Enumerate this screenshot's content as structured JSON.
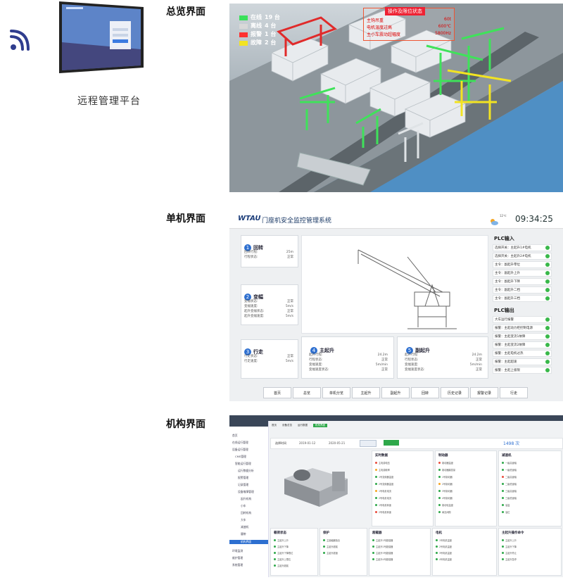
{
  "sections": {
    "overview": "总览界面",
    "single": "单机界面",
    "mechanism": "机构界面"
  },
  "remote_platform": {
    "label": "远程管理平台"
  },
  "overview_legend": [
    {
      "name": "在线",
      "count": "19 台",
      "color": "#39e05a"
    },
    {
      "name": "离线",
      "count": "4 台",
      "color": "#d8d8d8"
    },
    {
      "name": "报警",
      "count": "1 台",
      "color": "#ff3030"
    },
    {
      "name": "故障",
      "count": "2 台",
      "color": "#f2e322"
    }
  ],
  "overview_status": {
    "title": "操作及限位状态",
    "rows": [
      {
        "label": "主钩吊重",
        "value": "60t"
      },
      {
        "label": "电机温度过高",
        "value": "600℃"
      },
      {
        "label": "主小车震动超幅度",
        "value": "5800Hz"
      }
    ]
  },
  "single_machine": {
    "logo": "WTAU",
    "title": "门座机安全监控管理系统",
    "weather_temp": "12℃",
    "clock": "09:34:25",
    "cards": [
      {
        "num": "1",
        "title": "回转",
        "rows": [
          [
            "回转行程:",
            "25m"
          ],
          [
            "行程状态:",
            "正常"
          ]
        ]
      },
      {
        "num": "2",
        "title": "变幅",
        "rows": [
          [
            "变幅状态:",
            "正常"
          ],
          [
            "变幅速度:",
            "5m/s"
          ],
          [
            "起升变幅状态:",
            "正常"
          ],
          [
            "起升变幅速度:",
            "5m/s"
          ]
        ]
      },
      {
        "num": "3",
        "title": "行走",
        "rows": [
          [
            "行走状态:",
            "正常"
          ],
          [
            "行走速度:",
            "5m/s"
          ]
        ]
      },
      {
        "num": "4",
        "title": "主起升",
        "rows": [
          [
            "起升行程:",
            "24.2m"
          ],
          [
            "行程状态:",
            "正常"
          ],
          [
            "变幅速度:",
            "5m/min"
          ],
          [
            "变幅速度状态:",
            "正常"
          ]
        ]
      },
      {
        "num": "5",
        "title": "副起升",
        "rows": [
          [
            "起升行程:",
            "24.2m"
          ],
          [
            "行程状态:",
            "正常"
          ],
          [
            "变幅速度:",
            "5m/min"
          ],
          [
            "变幅速度状态:",
            "正常"
          ]
        ]
      }
    ],
    "plc_input_title": "PLC输入",
    "plc_inputs": [
      "选择开关：主起升1#电机",
      "选择开关：主起升2#电机",
      "主令：副起升零位",
      "主令：副起升上升",
      "主令：副起升下降",
      "主令：副起升二档",
      "主令：副起升三档"
    ],
    "plc_output_title": "PLC输出",
    "plc_outputs": [
      "大车运行报警",
      "报警：主起动力柜控制电源",
      "报警：主起变流1故障",
      "报警：主起变流2故障",
      "报警：主起电机过热",
      "报警：主起超速",
      "报警：主起上极限"
    ],
    "nav": [
      "首页",
      "总览",
      "单机分览",
      "主起升",
      "副起升",
      "回转",
      "历史记录",
      "报警记录",
      "行走"
    ]
  },
  "mechanism": {
    "sidebar": [
      "首页",
      "在线运行管理",
      "设备运行管理",
      "CMS管理",
      "智能运行管理",
      "运行数据分析",
      "报警管理",
      "记录管理",
      "设备故障管理",
      "起升机构",
      "小车",
      "回转机构",
      "大车",
      "减速机",
      "履带",
      "机构界面",
      "环境监测",
      "维护管理",
      "系统管理"
    ],
    "tabs": [
      "首页",
      "设备总览",
      "运行数据",
      "机构界面"
    ],
    "query_label": "选择时间",
    "date_from": "2019-01-12",
    "date_to": "2020-05-21",
    "value": "1498 次",
    "cards": [
      {
        "title": "实时数据",
        "rows": [
          "主电源电压",
          "主电源频率",
          "1号变频器温度",
          "2号变频器温度",
          "1号电机电流",
          "2号电机电流",
          "1号电机转速",
          "2号电机转速"
        ]
      },
      {
        "title": "制动器",
        "rows": [
          "制动器温度",
          "制动器磨损量",
          "1号制动器",
          "2号制动器",
          "3号制动器",
          "4号制动器",
          "制动轮温度",
          "闸瓦间隙"
        ]
      },
      {
        "title": "减速机",
        "rows": [
          "一级高速轴",
          "一级低速轴",
          "二级高速轴",
          "二级低速轴",
          "三级高速轴",
          "三级低速轴",
          "油温",
          "油位"
        ]
      },
      {
        "title": "载荷状态",
        "rows": [
          "主起升上升",
          "主起升下降",
          "主起升下降限位",
          "主起升上限位",
          "主起升超载"
        ]
      },
      {
        "title": "保护",
        "rows": [
          "主接触器吸合",
          "主起升超载",
          "主起升超速"
        ]
      },
      {
        "title": "超载器",
        "rows": [
          "主起升1号超载器",
          "主起升2号超载器",
          "主起升3号超载器",
          "主起升4号超载器"
        ]
      },
      {
        "title": "电机",
        "rows": [
          "1号电机温度",
          "2号电机温度",
          "3号电机温度",
          "4号电机温度"
        ]
      },
      {
        "title": "主起升操作命令",
        "rows": [
          "主起升上升",
          "主起升下降",
          "主起升停止",
          "主起升急停"
        ]
      }
    ]
  }
}
